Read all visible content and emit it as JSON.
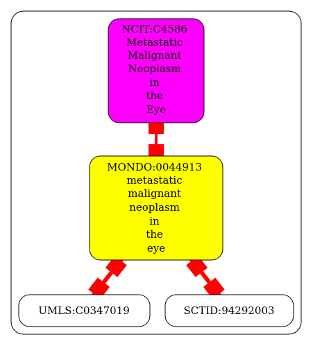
{
  "nodes": {
    "ncit": {
      "lines": [
        "NCIT:C4586",
        "Metastatic",
        "Malignant",
        "Neoplasm",
        "in",
        "the",
        "Eye"
      ],
      "fill": "#ff00ff"
    },
    "mondo": {
      "lines": [
        "MONDO:0044913",
        "metastatic",
        "malignant",
        "neoplasm",
        "in",
        "the",
        "eye"
      ],
      "fill": "#ffff00"
    },
    "umls": {
      "lines": [
        "UMLS:C0347019"
      ],
      "fill": "#ffffff"
    },
    "sctid": {
      "lines": [
        "SCTID:94292003"
      ],
      "fill": "#ffffff"
    }
  },
  "edges": [
    {
      "from": "ncit",
      "to": "mondo",
      "color": "#ff0000"
    },
    {
      "from": "mondo",
      "to": "umls",
      "color": "#ff0000"
    },
    {
      "from": "mondo",
      "to": "sctid",
      "color": "#ff0000"
    }
  ],
  "colors": {
    "edge": "#ff0000",
    "border": "#000000",
    "background": "#ffffff"
  }
}
